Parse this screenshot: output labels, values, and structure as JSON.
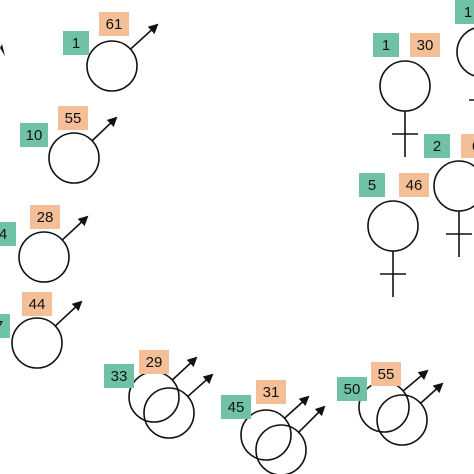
{
  "colors": {
    "id_box": "#6fc3a4",
    "age_box": "#f4be96",
    "stroke": "#111111"
  },
  "figures": [
    {
      "id": "1",
      "age": "61",
      "sex": "male"
    },
    {
      "id": "10",
      "age": "55",
      "sex": "male"
    },
    {
      "id": "4",
      "age": "28",
      "sex": "male"
    },
    {
      "id": "7",
      "age": "44",
      "sex": "male"
    },
    {
      "id": "33",
      "age": "29",
      "sex": "male"
    },
    {
      "id": "45",
      "age": "31",
      "sex": "male"
    },
    {
      "id": "50",
      "age": "55",
      "sex": "male"
    },
    {
      "id": "1",
      "age": "30",
      "sex": "female"
    },
    {
      "id": "5",
      "age": "46",
      "sex": "female"
    },
    {
      "id": "2",
      "age": "6",
      "sex": "female"
    },
    {
      "id": "1",
      "age": "",
      "sex": "female"
    }
  ]
}
